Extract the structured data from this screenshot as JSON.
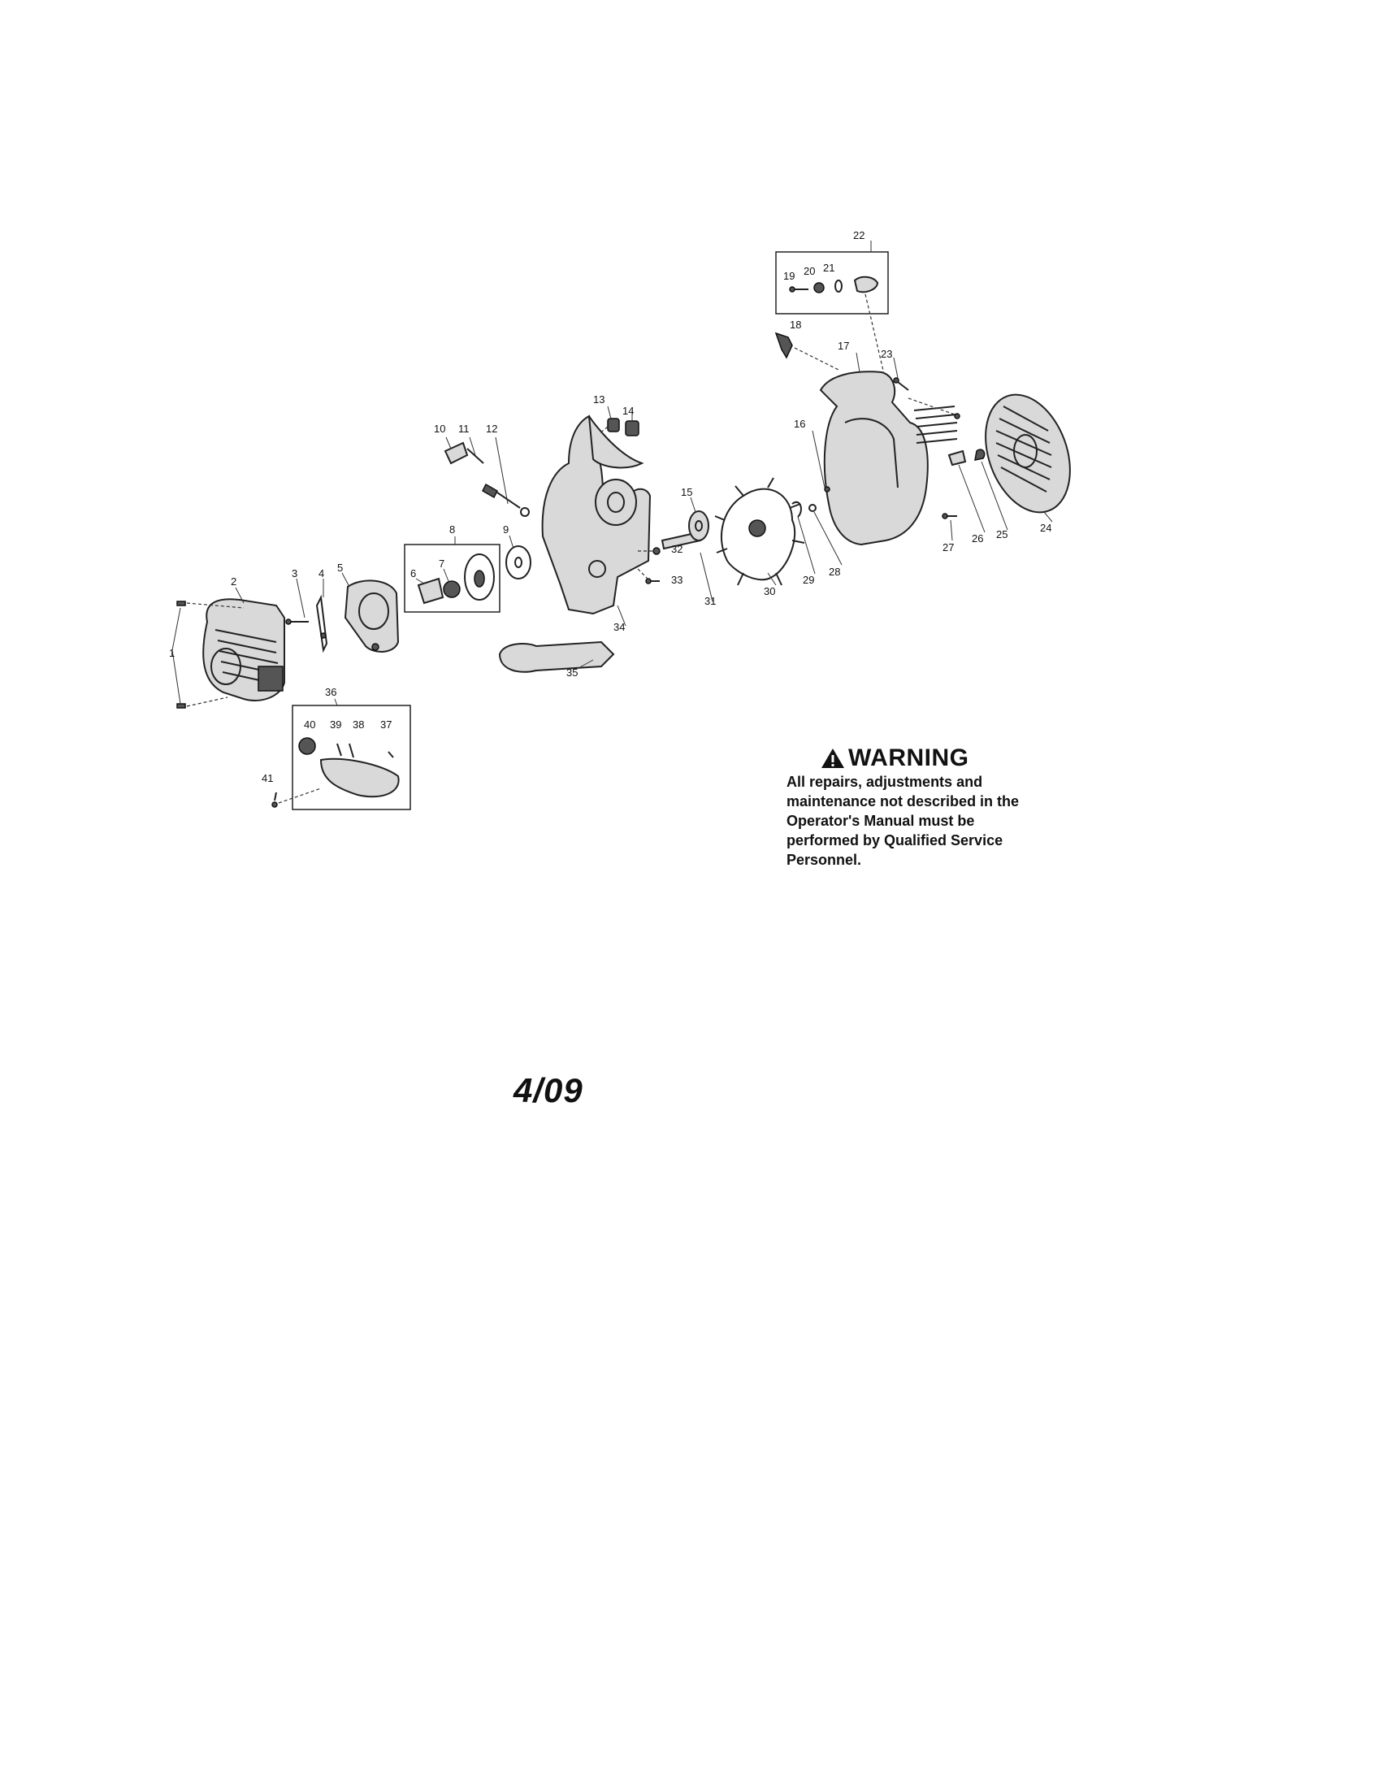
{
  "diagram": {
    "callouts": [
      "1",
      "2",
      "3",
      "4",
      "5",
      "6",
      "7",
      "8",
      "9",
      "10",
      "11",
      "12",
      "13",
      "14",
      "15",
      "16",
      "17",
      "18",
      "19",
      "20",
      "21",
      "22",
      "23",
      "24",
      "25",
      "26",
      "27",
      "28",
      "29",
      "30",
      "31",
      "32",
      "33",
      "34",
      "35",
      "36",
      "37",
      "38",
      "39",
      "40",
      "41"
    ],
    "icons": {
      "warning": "warning-triangle-icon"
    }
  },
  "warning": {
    "title": "WARNING",
    "text": "All repairs, adjustments and maintenance not described in the Operator's Manual must be performed by Qualified Service Personnel."
  },
  "footer": {
    "date": "4/09"
  }
}
